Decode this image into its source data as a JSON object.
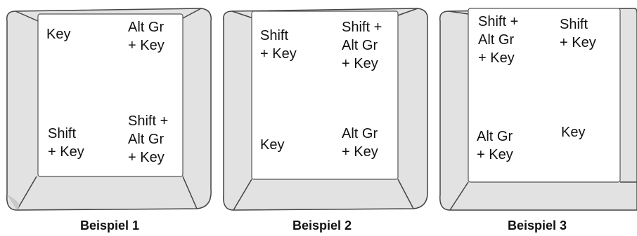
{
  "examples": [
    {
      "caption": "Beispiel 1",
      "top_left": "Key",
      "top_right": "Alt Gr\n+ Key",
      "bottom_left": "Shift\n+ Key",
      "bottom_right": "Shift +\nAlt Gr\n+ Key"
    },
    {
      "caption": "Beispiel 2",
      "top_left": "Shift\n+ Key",
      "top_right": "Shift +\nAlt Gr\n+ Key",
      "bottom_left": "Key",
      "bottom_right": "Alt Gr\n+ Key"
    },
    {
      "caption": "Beispiel 3",
      "top_left": "Shift +\nAlt Gr\n+ Key",
      "top_right": "Shift\n+ Key",
      "bottom_left": "Alt Gr\n+ Key",
      "bottom_right": "Key"
    }
  ],
  "colors": {
    "key_outline": "#444444",
    "key_bevel": "#e2e2e2",
    "key_bevel_dark": "#c8c8c8",
    "key_face": "#ffffff",
    "text": "#111111"
  }
}
